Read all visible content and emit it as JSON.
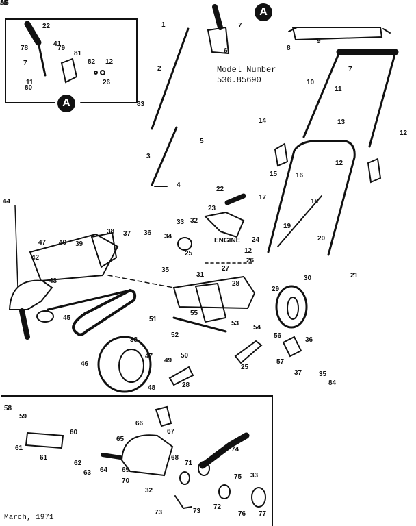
{
  "model_label": "Model Number",
  "model_number": "536.85690",
  "date": "March, 1971",
  "engine_label": "ENGINE",
  "callout_letter": "A",
  "part_numbers": [
    "1",
    "2",
    "3",
    "4",
    "5",
    "6",
    "7",
    "7",
    "7",
    "8",
    "9",
    "10",
    "11",
    "11",
    "12",
    "12",
    "12",
    "12",
    "13",
    "14",
    "15",
    "16",
    "17",
    "18",
    "19",
    "20",
    "21",
    "22",
    "22",
    "23",
    "24",
    "25",
    "25",
    "26",
    "26",
    "27",
    "28",
    "28",
    "29",
    "30",
    "31",
    "32",
    "32",
    "33",
    "33",
    "34",
    "35",
    "35",
    "36",
    "36",
    "37",
    "37",
    "38",
    "38",
    "39",
    "40",
    "41",
    "42",
    "43",
    "44",
    "45",
    "46",
    "47",
    "47",
    "48",
    "49",
    "50",
    "51",
    "52",
    "53",
    "54",
    "55",
    "56",
    "57",
    "58",
    "59",
    "60",
    "61",
    "61",
    "62",
    "63",
    "64",
    "65",
    "66",
    "67",
    "68",
    "69",
    "70",
    "71",
    "72",
    "73",
    "73",
    "74",
    "75",
    "76",
    "77",
    "78",
    "79",
    "80",
    "81",
    "82",
    "83",
    "84",
    "85",
    "A5"
  ]
}
